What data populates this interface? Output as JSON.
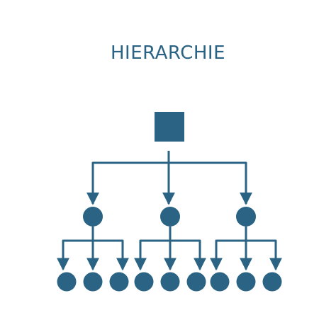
{
  "title": "HIERARCHIE",
  "colors": {
    "primary": "#2a6383",
    "background": "#ffffff"
  },
  "hierarchy": {
    "root": {
      "shape": "square"
    },
    "levels": [
      {
        "count": 3,
        "shape": "circle"
      },
      {
        "count": 9,
        "shape": "circle",
        "children_per_parent": 3
      }
    ]
  }
}
